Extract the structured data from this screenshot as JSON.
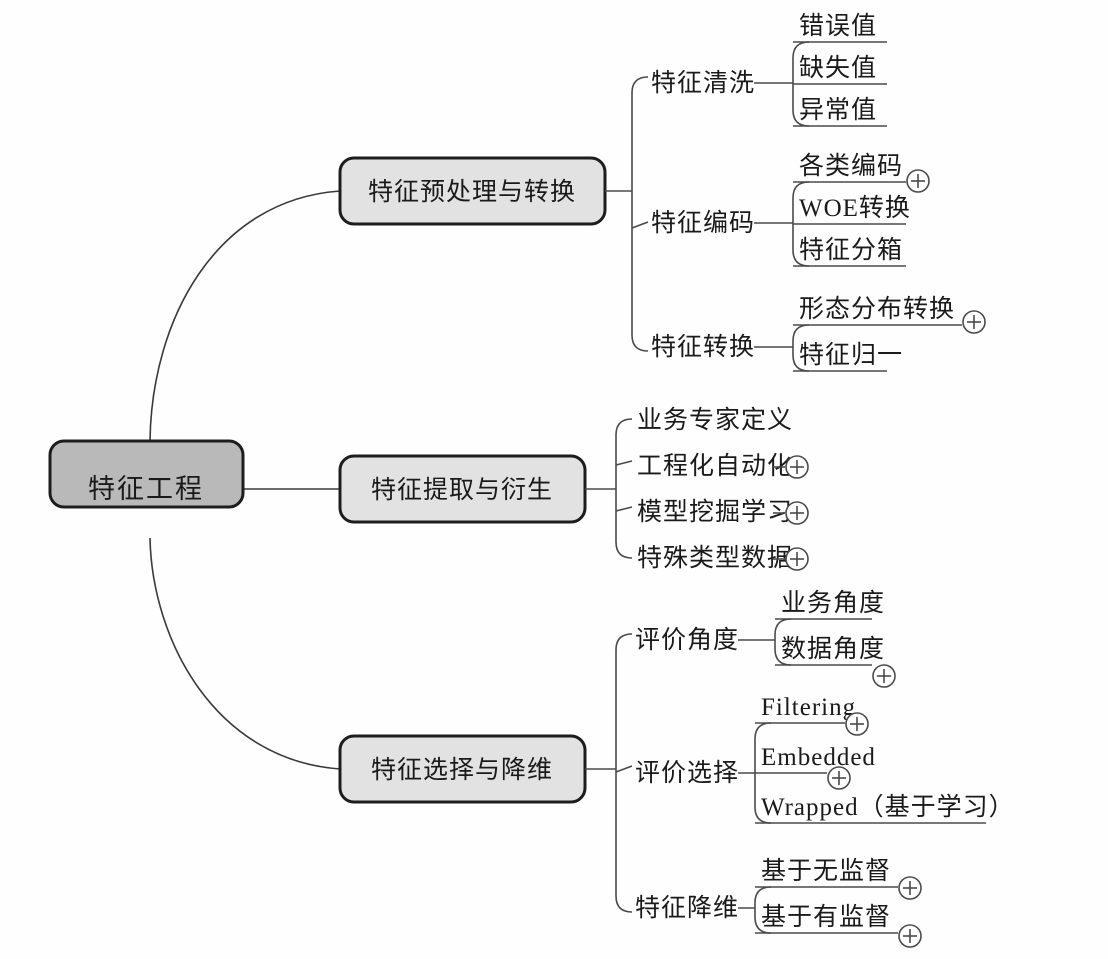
{
  "diagram": {
    "type": "mind-map",
    "title": "特征工程",
    "orientation": "left-to-right",
    "colors": {
      "root_fill": "#b9b9b9",
      "branch_fill": "#e2e2e2",
      "border": "#1d1d1d",
      "line": "#4a4a4a",
      "text": "#1a1a1a",
      "background": "#fefefe"
    }
  },
  "root": {
    "label": "特征工程"
  },
  "branches": [
    {
      "label": "特征预处理与转换",
      "subnodes": [
        {
          "label": "特征清洗",
          "leaves": [
            {
              "label": "错误值",
              "expandable": false
            },
            {
              "label": "缺失值",
              "expandable": false
            },
            {
              "label": "异常值",
              "expandable": false
            }
          ]
        },
        {
          "label": "特征编码",
          "leaves": [
            {
              "label": "各类编码",
              "expandable": true
            },
            {
              "label": "WOE转换",
              "expandable": false
            },
            {
              "label": "特征分箱",
              "expandable": false
            }
          ]
        },
        {
          "label": "特征转换",
          "leaves": [
            {
              "label": "形态分布转换",
              "expandable": true
            },
            {
              "label": "特征归一",
              "expandable": false
            }
          ]
        }
      ]
    },
    {
      "label": "特征提取与衍生",
      "subnodes": [
        {
          "label": "",
          "leaves": [
            {
              "label": "业务专家定义",
              "expandable": false
            },
            {
              "label": "工程化自动化",
              "expandable": true
            },
            {
              "label": "模型挖掘学习",
              "expandable": true
            },
            {
              "label": "特殊类型数据",
              "expandable": true
            }
          ]
        }
      ]
    },
    {
      "label": "特征选择与降维",
      "subnodes": [
        {
          "label": "评价角度",
          "leaves": [
            {
              "label": "业务角度",
              "expandable": false
            },
            {
              "label": "数据角度",
              "expandable": true
            }
          ]
        },
        {
          "label": "评价选择",
          "leaves": [
            {
              "label": "Filtering",
              "expandable": true
            },
            {
              "label": "Embedded",
              "expandable": true
            },
            {
              "label": "Wrapped（基于学习）",
              "expandable": false
            }
          ]
        },
        {
          "label": "特征降维",
          "leaves": [
            {
              "label": "基于无监督",
              "expandable": true
            },
            {
              "label": "基于有监督",
              "expandable": true
            }
          ]
        }
      ]
    }
  ],
  "icons": {
    "expand": "plus-circle-icon"
  }
}
